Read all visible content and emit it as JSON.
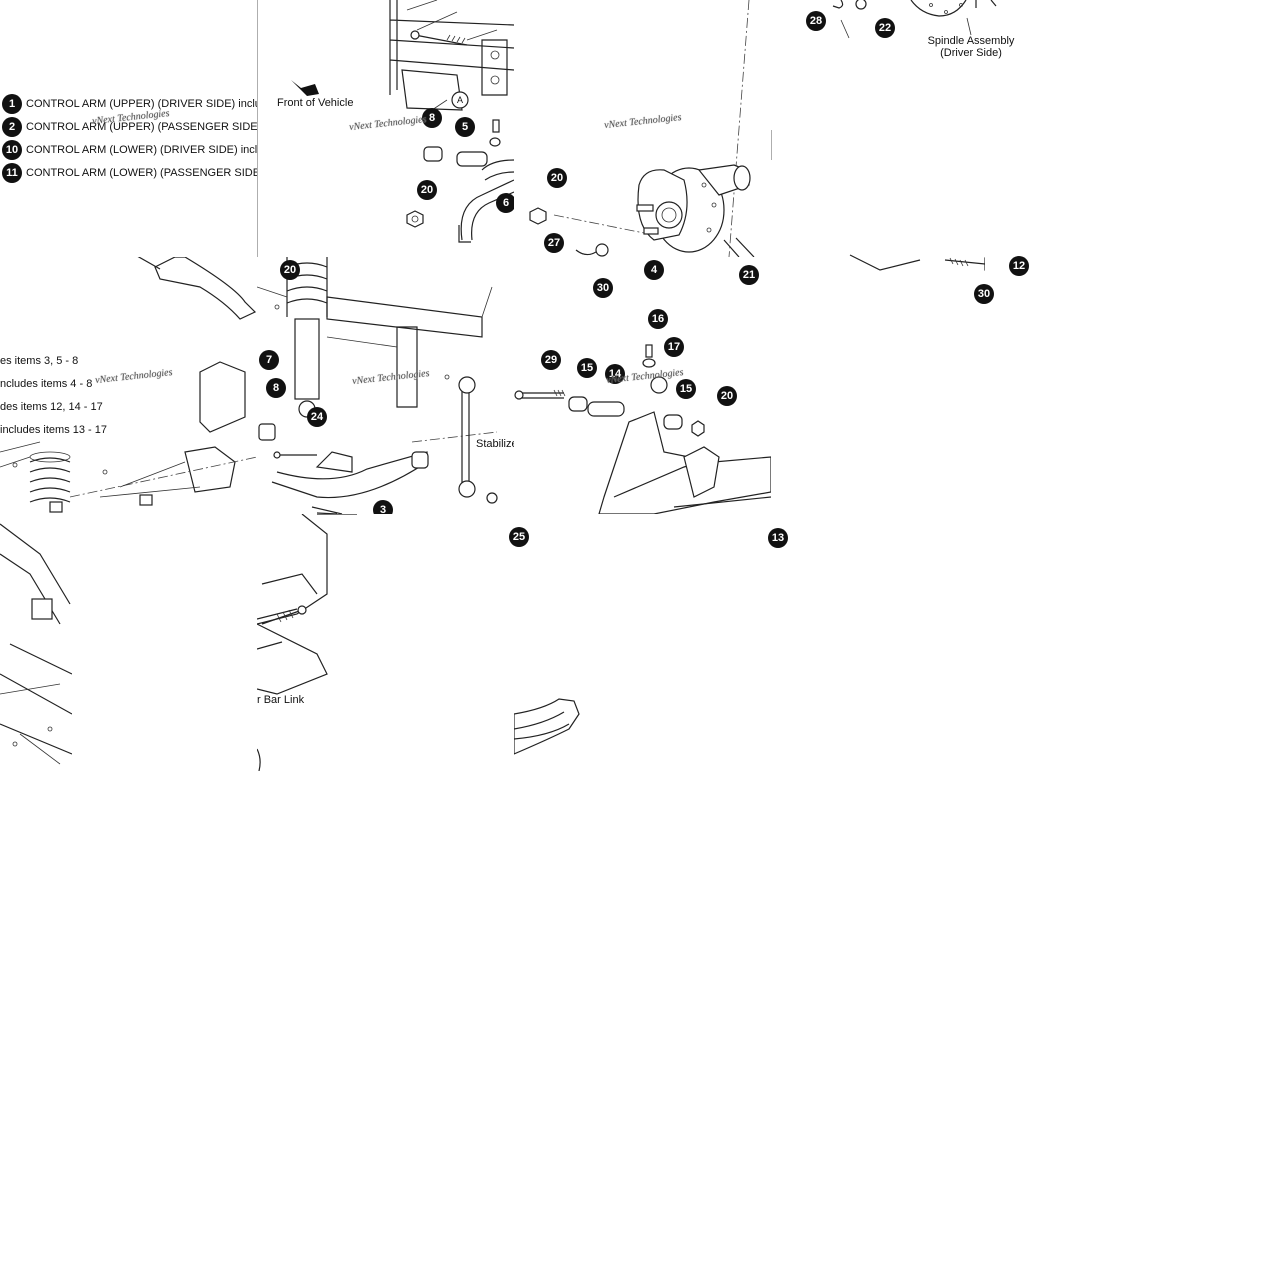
{
  "watermark": "vNext Technologies",
  "legend": [
    {
      "num": "1",
      "text": "CONTROL ARM (UPPER) (DRIVER SIDE) include"
    },
    {
      "num": "2",
      "text": "CONTROL ARM (UPPER) (PASSENGER SIDE) in"
    },
    {
      "num": "10",
      "text": "CONTROL ARM (LOWER) (DRIVER SIDE) includ"
    },
    {
      "num": "11",
      "text": "CONTROL ARM (LOWER) (PASSENGER SIDE) i"
    }
  ],
  "legend_continued": [
    "es items 3, 5 - 8",
    "ncludes items 4 - 8",
    "des items 12, 14 - 17",
    "includes items 13 - 17"
  ],
  "labels": {
    "front_of_vehicle": "Front of Vehicle",
    "spindle_assembly": "Spindle Assembly",
    "spindle_side": "(Driver Side)",
    "stabilizer_cut": "Stabilize",
    "bar_link_cut": "r Bar Link",
    "ref_a": "A"
  },
  "callouts": {
    "t1_20": "20",
    "t1_5": "5",
    "t1_6": "6",
    "t1_8b": "8",
    "t2_20": "20",
    "t2_27": "27",
    "t2_30": "30",
    "t2_4": "4",
    "t2_21": "21",
    "t3_28": "28",
    "t3_22": "22",
    "t3_12": "12",
    "t3_30": "30",
    "t4_29": "29",
    "t5_20": "20",
    "t5_7": "7",
    "t5_8": "8",
    "t5_24": "24",
    "t5_3": "3",
    "t6_16": "16",
    "t6_17": "17",
    "t6_29": "29",
    "t6_15a": "15",
    "t6_14": "14",
    "t6_15b": "15",
    "t6_20": "20",
    "t7_25": "25",
    "t7_13": "13"
  }
}
